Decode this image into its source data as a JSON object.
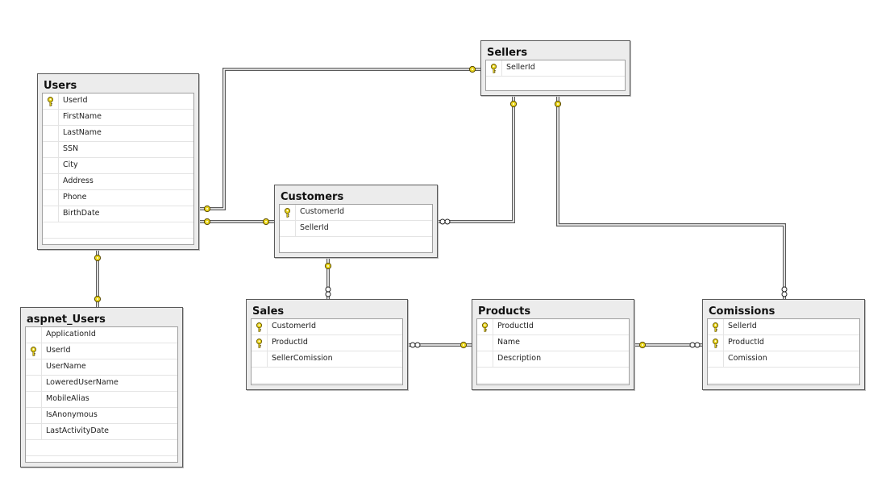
{
  "diagram": {
    "tables": [
      {
        "id": "users",
        "name": "Users",
        "columns": [
          {
            "name": "UserId",
            "pk": true
          },
          {
            "name": "FirstName",
            "pk": false
          },
          {
            "name": "LastName",
            "pk": false
          },
          {
            "name": "SSN",
            "pk": false
          },
          {
            "name": "City",
            "pk": false
          },
          {
            "name": "Address",
            "pk": false
          },
          {
            "name": "Phone",
            "pk": false
          },
          {
            "name": "BirthDate",
            "pk": false
          }
        ]
      },
      {
        "id": "sellers",
        "name": "Sellers",
        "columns": [
          {
            "name": "SellerId",
            "pk": true
          }
        ]
      },
      {
        "id": "customers",
        "name": "Customers",
        "columns": [
          {
            "name": "CustomerId",
            "pk": true
          },
          {
            "name": "SellerId",
            "pk": false
          }
        ]
      },
      {
        "id": "aspnet_users",
        "name": "aspnet_Users",
        "columns": [
          {
            "name": "ApplicationId",
            "pk": false
          },
          {
            "name": "UserId",
            "pk": true
          },
          {
            "name": "UserName",
            "pk": false
          },
          {
            "name": "LoweredUserName",
            "pk": false
          },
          {
            "name": "MobileAlias",
            "pk": false
          },
          {
            "name": "IsAnonymous",
            "pk": false
          },
          {
            "name": "LastActivityDate",
            "pk": false
          }
        ]
      },
      {
        "id": "sales",
        "name": "Sales",
        "columns": [
          {
            "name": "CustomerId",
            "pk": true
          },
          {
            "name": "ProductId",
            "pk": true
          },
          {
            "name": "SellerComission",
            "pk": false
          }
        ]
      },
      {
        "id": "products",
        "name": "Products",
        "columns": [
          {
            "name": "ProductId",
            "pk": true
          },
          {
            "name": "Name",
            "pk": false
          },
          {
            "name": "Description",
            "pk": false
          }
        ]
      },
      {
        "id": "comissions",
        "name": "Comissions",
        "columns": [
          {
            "name": "SellerId",
            "pk": true
          },
          {
            "name": "ProductId",
            "pk": true
          },
          {
            "name": "Comission",
            "pk": false
          }
        ]
      }
    ],
    "relationships": [
      {
        "from": "users",
        "to": "sellers",
        "from_end": "one",
        "to_end": "one"
      },
      {
        "from": "users",
        "to": "customers",
        "from_end": "one",
        "to_end": "one"
      },
      {
        "from": "sellers",
        "to": "customers",
        "from_end": "one",
        "to_end": "many"
      },
      {
        "from": "sellers",
        "to": "comissions",
        "from_end": "one",
        "to_end": "many"
      },
      {
        "from": "users",
        "to": "aspnet_users",
        "from_end": "one",
        "to_end": "one"
      },
      {
        "from": "customers",
        "to": "sales",
        "from_end": "one",
        "to_end": "many"
      },
      {
        "from": "products",
        "to": "sales",
        "from_end": "one",
        "to_end": "many"
      },
      {
        "from": "products",
        "to": "comissions",
        "from_end": "one",
        "to_end": "many"
      }
    ],
    "colors": {
      "key": "#e8d41c",
      "line": "#5a5a5a",
      "header_bg": "#ececec",
      "grid_bg": "#ffffff"
    }
  }
}
